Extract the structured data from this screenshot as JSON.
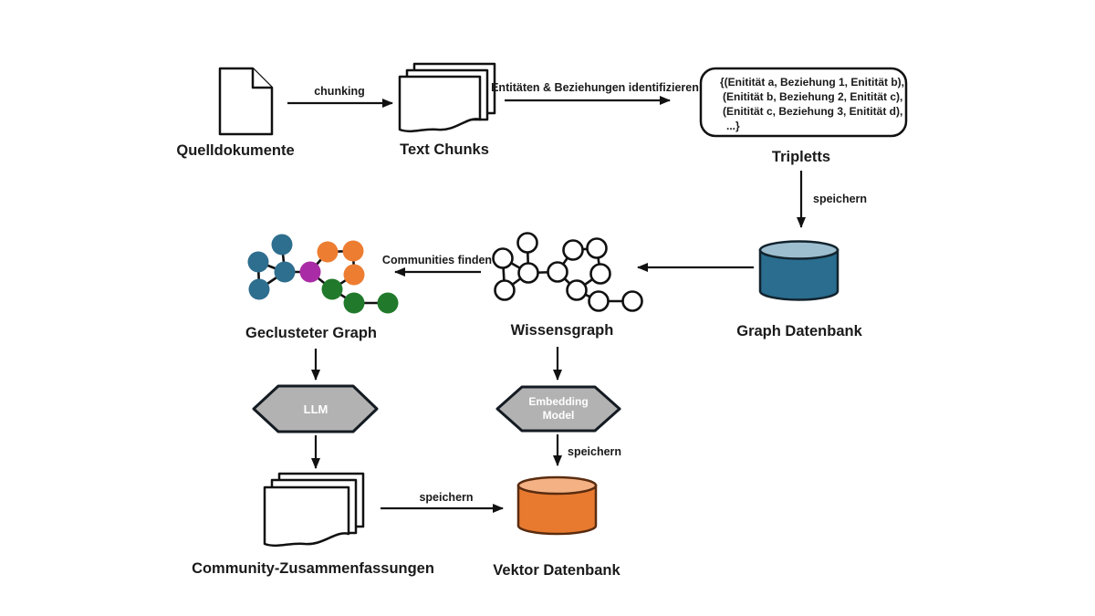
{
  "diagram": {
    "nodes": {
      "quelldokumente": {
        "label": "Quelldokumente",
        "icon": "document-icon"
      },
      "text_chunks": {
        "label": "Text Chunks",
        "icon": "document-stack-icon"
      },
      "tripletts": {
        "label": "Tripletts",
        "lines": [
          "{(Enitität a, Beziehung 1, Enitität b),",
          "(Enitität b, Beziehung 2, Enitität c),",
          "(Enitität c, Beziehung 3, Enitität d),",
          "...}"
        ]
      },
      "graph_datenbank": {
        "label": "Graph Datenbank",
        "icon": "database-cylinder-icon"
      },
      "wissensgraph": {
        "label": "Wissensgraph",
        "icon": "network-graph-icon"
      },
      "geclusteter_graph": {
        "label": "Geclusteter Graph",
        "icon": "clustered-graph-icon"
      },
      "llm": {
        "label": "LLM",
        "shape": "hexagon"
      },
      "embedding_model": {
        "label_line1": "Embedding",
        "label_line2": "Model",
        "shape": "hexagon"
      },
      "community_zusammenfassungen": {
        "label": "Community-Zusammenfassungen",
        "icon": "document-stack-icon"
      },
      "vektor_datenbank": {
        "label": "Vektor Datenbank",
        "icon": "database-cylinder-icon"
      }
    },
    "edge_labels": {
      "chunking": "chunking",
      "identifizieren": "Entitäten & Beziehungen identifizieren",
      "speichern_tripletts_graphdb": "speichern",
      "communities_finden": "Communities finden",
      "speichern_docs_vektordb": "speichern",
      "speichern_embedding_vektordb": "speichern"
    },
    "colors": {
      "cluster_blue": "#2E6E8E",
      "cluster_purple": "#A92BA5",
      "cluster_orange": "#ED7D31",
      "cluster_green": "#217A2B",
      "db_blue_body": "#2A6D8E",
      "db_blue_top": "#9DBECE",
      "db_orange_body": "#E87A2F",
      "db_orange_top": "#F4B183",
      "hexagon_gray": "#B2B2B2",
      "line_black": "#111111"
    }
  }
}
